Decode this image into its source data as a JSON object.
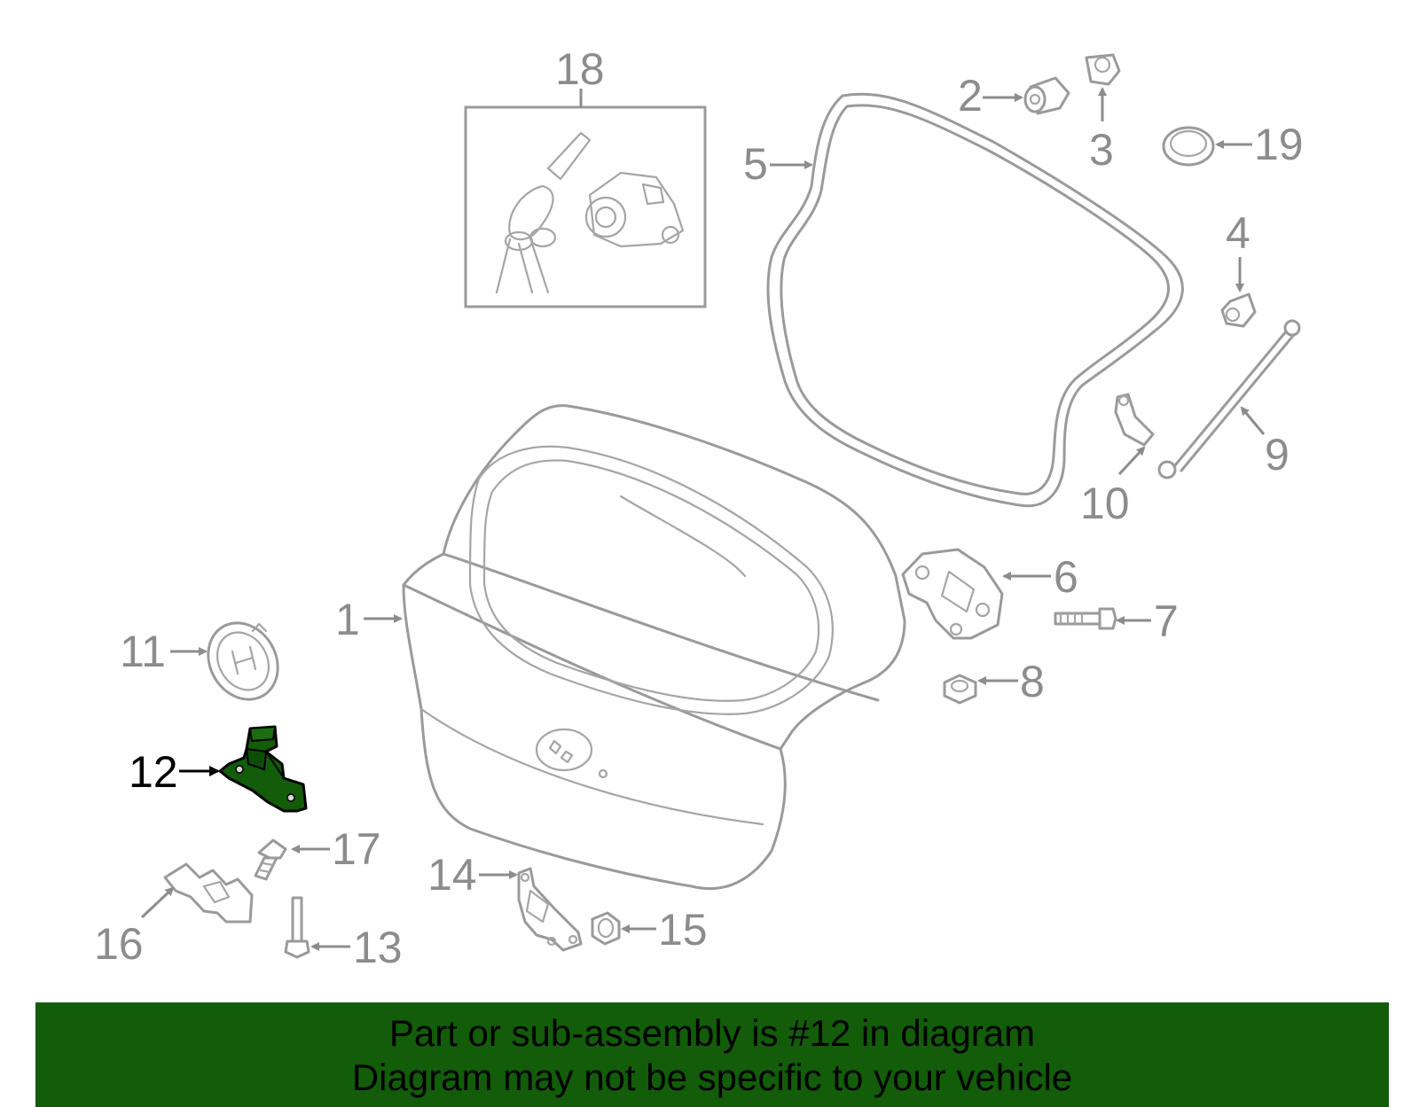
{
  "diagram": {
    "highlight_color": "#125c0a",
    "line_color": "#9a9a9a",
    "highlighted_part": "12",
    "callouts": {
      "c1": "1",
      "c2": "2",
      "c3": "3",
      "c4": "4",
      "c5": "5",
      "c6": "6",
      "c7": "7",
      "c8": "8",
      "c9": "9",
      "c10": "10",
      "c11": "11",
      "c12": "12",
      "c13": "13",
      "c14": "14",
      "c15": "15",
      "c16": "16",
      "c17": "17",
      "c18": "18",
      "c19": "19"
    }
  },
  "banner": {
    "line1": "Part or sub-assembly is #12 in diagram",
    "line2": "Diagram may not be specific to your vehicle",
    "background": "#125c0a"
  }
}
